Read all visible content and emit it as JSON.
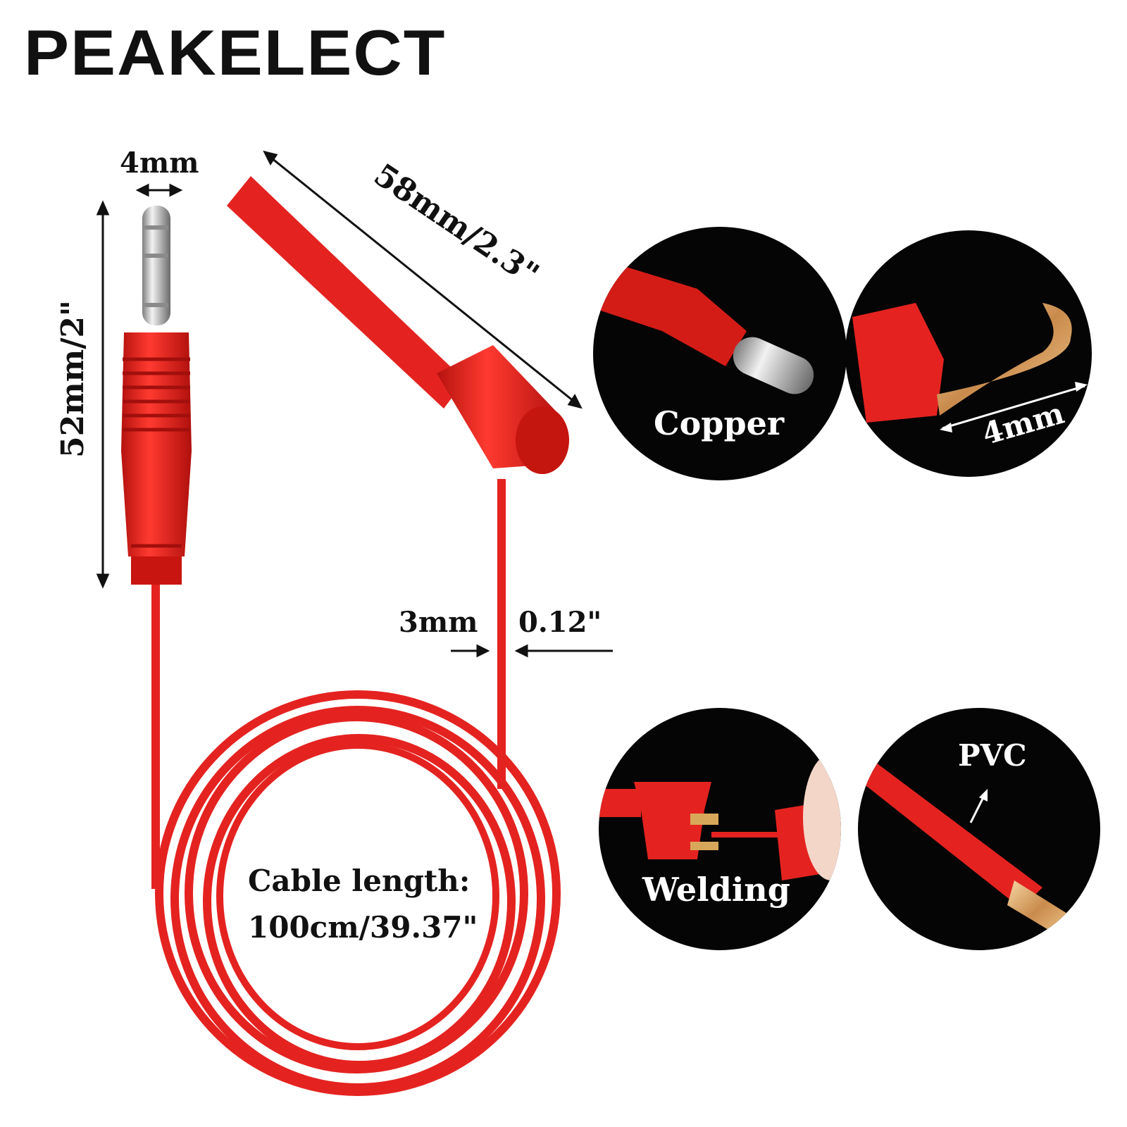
{
  "brand": "PEAKELECT",
  "dimensions": {
    "plug_width": "4mm",
    "plug_length": "52mm/2\"",
    "hook_length": "58mm/2.3\"",
    "wire_mm": "3mm",
    "wire_in": "0.12\""
  },
  "cable": {
    "line1": "Cable length:",
    "line2": "100cm/39.37\""
  },
  "features": [
    {
      "label": "Copper"
    },
    {
      "label": "4mm"
    },
    {
      "label": "Welding"
    },
    {
      "label": "PVC"
    }
  ],
  "colors": {
    "lead_red": "#e42320",
    "background": "#ffffff",
    "circle_bg": "#050505"
  }
}
